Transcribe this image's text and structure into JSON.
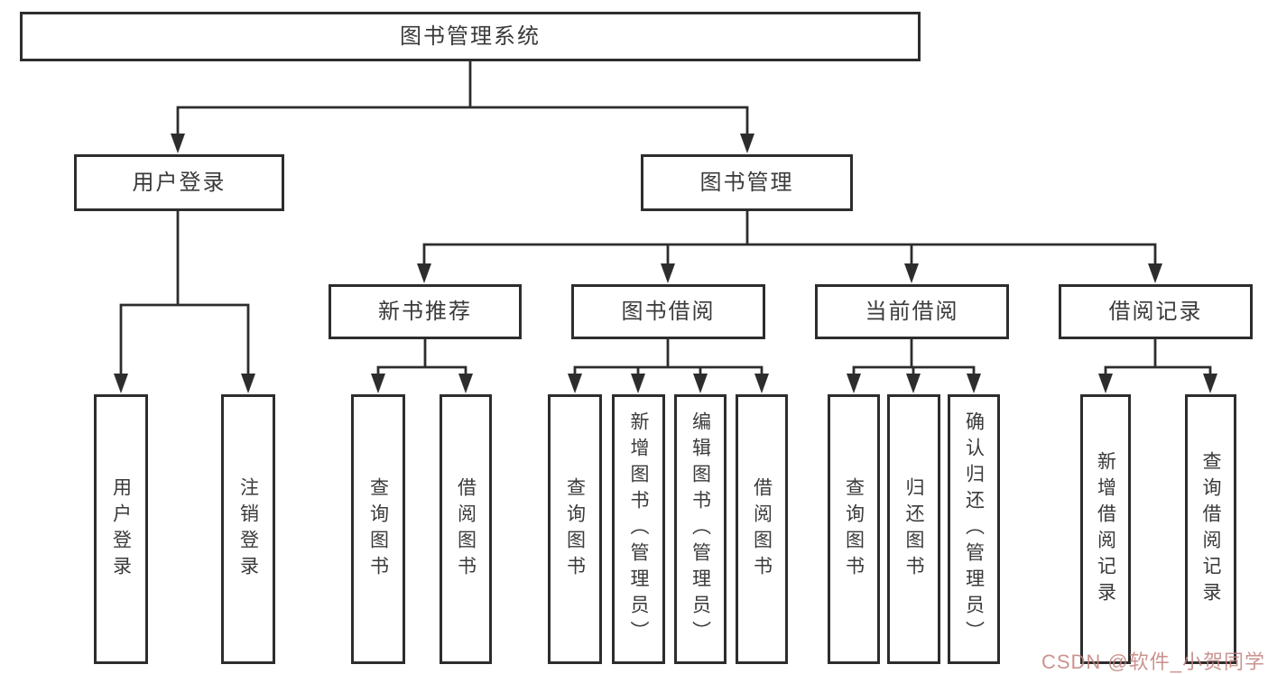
{
  "diagram": {
    "root": "图书管理系统",
    "branches": [
      {
        "label": "用户登录",
        "children": [
          "用户登录",
          "注销登录"
        ]
      },
      {
        "label": "图书管理",
        "modules": [
          {
            "label": "新书推荐",
            "children": [
              "查询图书",
              "借阅图书"
            ]
          },
          {
            "label": "图书借阅",
            "children": [
              "查询图书",
              "新增图书（管理员）",
              "编辑图书（管理员）",
              "借阅图书"
            ]
          },
          {
            "label": "当前借阅",
            "children": [
              "查询图书",
              "归还图书",
              "确认归还（管理员）"
            ]
          },
          {
            "label": "借阅记录",
            "children": [
              "新增借阅记录",
              "查询借阅记录"
            ]
          }
        ]
      }
    ],
    "colors": {
      "line": "#2d2d2d",
      "text": "#3a3a3a",
      "background": "#ffffff",
      "watermark": "#c1807c"
    }
  },
  "watermark": "CSDN @软件_小贺同学"
}
